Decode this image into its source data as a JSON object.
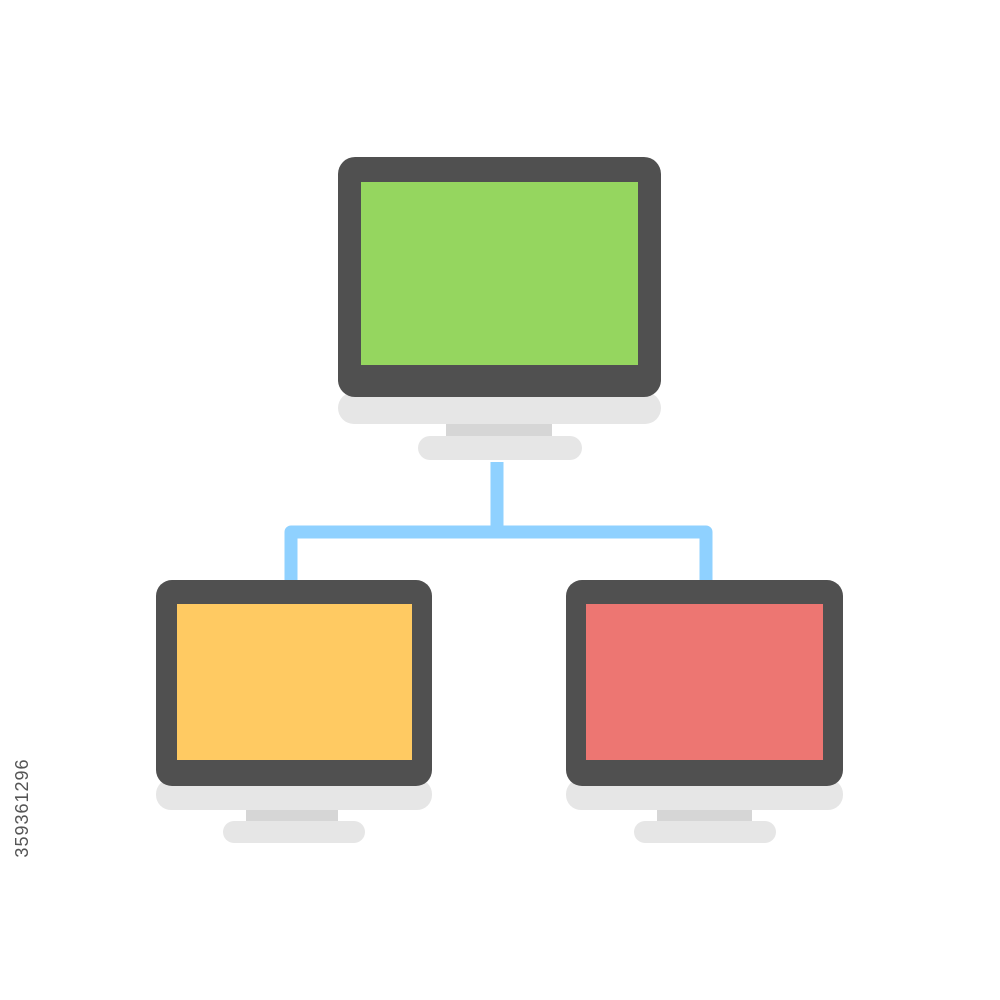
{
  "icon": {
    "name": "network-computers-icon",
    "connector_color": "#8FD1FF",
    "bezel_color": "#505050",
    "stand_color": "#E6E6E6",
    "stand_neck_color": "#D6D6D6",
    "monitors": [
      {
        "role": "top",
        "screen_color": "#95D65F"
      },
      {
        "role": "bottom-left",
        "screen_color": "#FFCA62"
      },
      {
        "role": "bottom-right",
        "screen_color": "#ED7672"
      }
    ]
  },
  "watermark": {
    "stock_id": "359361296"
  }
}
